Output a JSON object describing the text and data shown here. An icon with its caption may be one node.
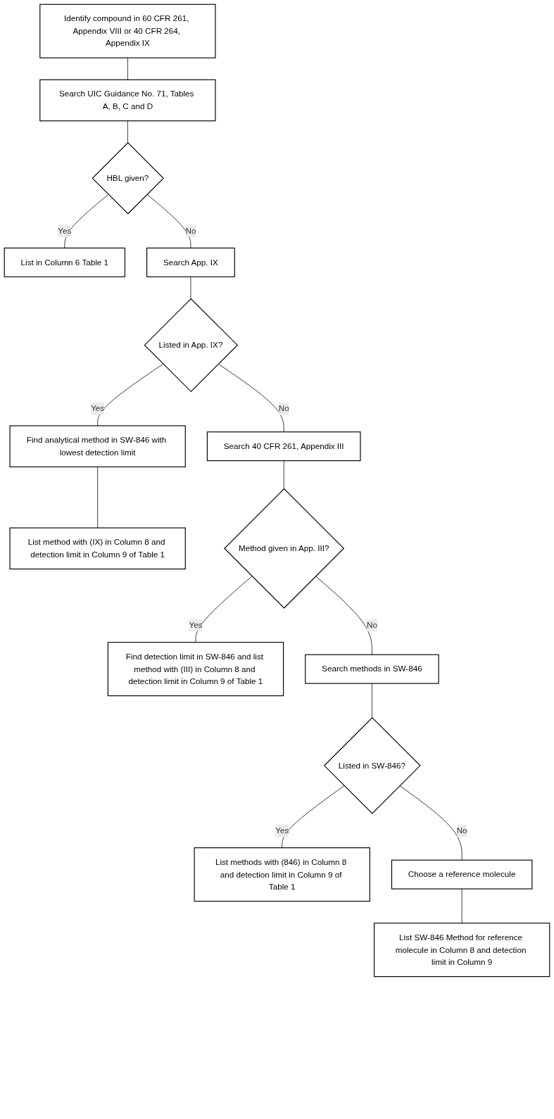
{
  "diagram": {
    "nodes": [
      {
        "text": [
          "Identify compound in 60 CFR 261, Appendix VIII or 40 CFR 264, Appendix IX"
        ]
      },
      {
        "text": [
          "Search UIC Guidance No. 71, Tables A, B, C and D"
        ]
      },
      {
        "text": [
          "HBL given?"
        ]
      },
      {
        "text": [
          "List in Column 6 Table 1"
        ]
      },
      {
        "text": [
          "Search App. IX"
        ]
      },
      {
        "text": [
          "Listed in App. IX?"
        ]
      },
      {
        "text": [
          "Find analytical method in SW-846 with lowest detection limit"
        ]
      },
      {
        "text": [
          "List method with (IX) in Column 8 and detection limit in Column 9 of Table 1"
        ]
      },
      {
        "text": [
          "Search 40 CFR 261, Appendix III"
        ]
      },
      {
        "text": [
          "Method given in App. III?"
        ]
      },
      {
        "text": [
          "Find detection limit in SW-846 and list method with (III) in Column 8 and detection limit in Column 9 of Table 1"
        ]
      },
      {
        "text": [
          "Search methods in SW-846"
        ]
      },
      {
        "text": [
          "Listed in SW-846?"
        ]
      },
      {
        "text": [
          "List methods with (846) in Column 8 and detection limit in Column 9 of Table 1"
        ]
      },
      {
        "text": [
          "Choose a reference molecule"
        ]
      },
      {
        "text": [
          "List SW-846 Method for reference molecule in Column 8 and detection limit in Column 9"
        ]
      }
    ],
    "edges": [
      {
        "from": 0,
        "to": 1,
        "arrow": "none"
      },
      {
        "from": 1,
        "to": 2,
        "arrow": "none"
      },
      {
        "from": 2,
        "to": 3,
        "label": "Yes",
        "arrow": "none"
      },
      {
        "from": 2,
        "to": 4,
        "label": "No",
        "arrow": "none"
      },
      {
        "from": 4,
        "to": 5,
        "arrow": "none"
      },
      {
        "from": 5,
        "to": 6,
        "label": "Yes",
        "arrow": "none"
      },
      {
        "from": 6,
        "to": 7,
        "arrow": "none"
      },
      {
        "from": 5,
        "to": 8,
        "label": "No",
        "arrow": "none"
      },
      {
        "from": 8,
        "to": 9,
        "arrow": "none"
      },
      {
        "from": 9,
        "to": 10,
        "label": "Yes",
        "arrow": "none"
      },
      {
        "from": 9,
        "to": 11,
        "label": "No",
        "arrow": "none"
      },
      {
        "from": 11,
        "to": 12,
        "arrow": "none"
      },
      {
        "from": 12,
        "to": 13,
        "label": "Yes",
        "arrow": "none"
      },
      {
        "from": 12,
        "to": 14,
        "label": "No",
        "arrow": "none"
      },
      {
        "from": 14,
        "to": 15,
        "arrow": "none"
      }
    ]
  }
}
